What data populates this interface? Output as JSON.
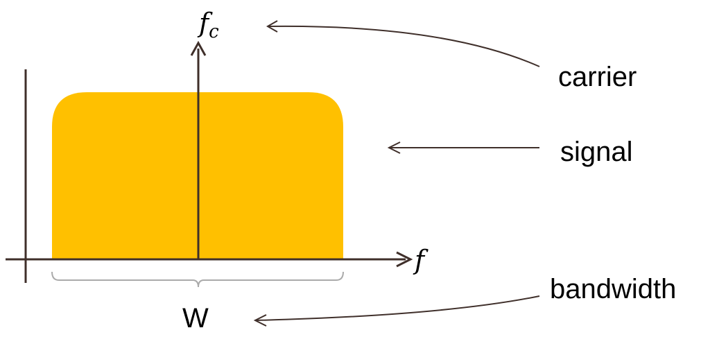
{
  "colors": {
    "signal_fill": "#FFC000",
    "axis": "#3F2F2A",
    "pointer": "#3F2F2A",
    "text": "#000000"
  },
  "labels": {
    "carrier": "carrier",
    "signal": "signal",
    "bandwidth": "bandwidth",
    "width_symbol": "W",
    "freq_axis": "f",
    "carrier_freq_main": "f",
    "carrier_freq_sub": "c"
  }
}
